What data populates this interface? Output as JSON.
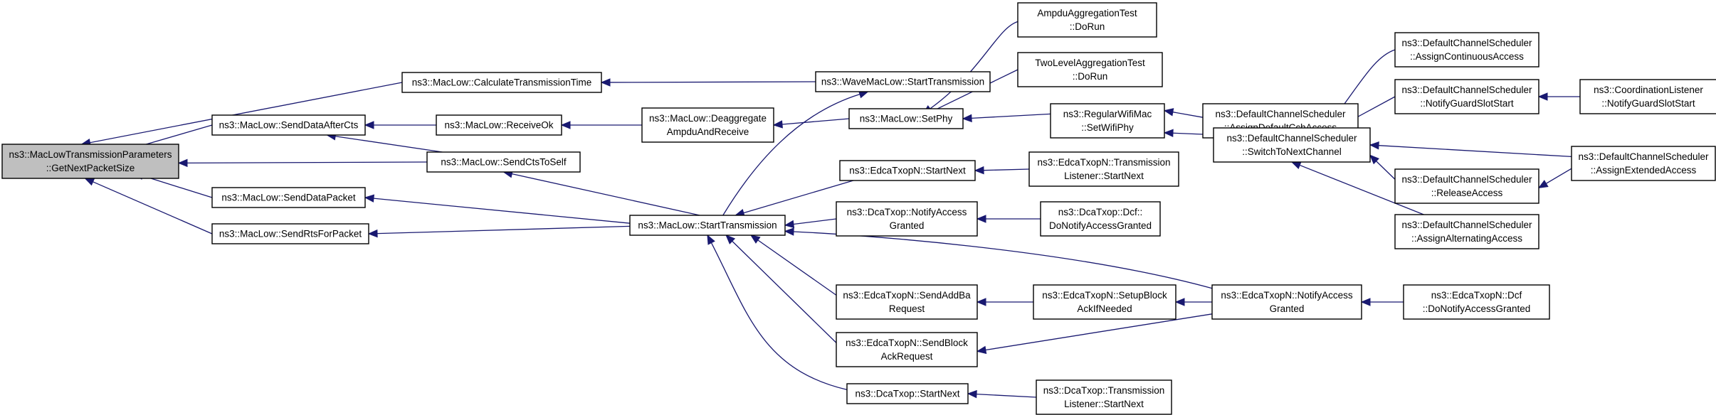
{
  "diagram": {
    "type": "call-graph",
    "colors": {
      "edge": "#191970",
      "root_fill": "#bfbfbf",
      "node_fill": "#ffffff",
      "node_stroke": "#000000"
    },
    "nodes": [
      {
        "id": "root",
        "lines": [
          "ns3::MacLowTransmissionParameters",
          "::GetNextPacketSize"
        ],
        "root": true
      },
      {
        "id": "calcTx",
        "lines": [
          "ns3::MacLow::CalculateTransmissionTime"
        ]
      },
      {
        "id": "sendDataAfterCts",
        "lines": [
          "ns3::MacLow::SendDataAfterCts"
        ]
      },
      {
        "id": "sendCtsToSelf",
        "lines": [
          "ns3::MacLow::SendCtsToSelf"
        ]
      },
      {
        "id": "sendDataPacket",
        "lines": [
          "ns3::MacLow::SendDataPacket"
        ]
      },
      {
        "id": "sendRts",
        "lines": [
          "ns3::MacLow::SendRtsForPacket"
        ]
      },
      {
        "id": "receiveOk",
        "lines": [
          "ns3::MacLow::ReceiveOk"
        ]
      },
      {
        "id": "deaggregate",
        "lines": [
          "ns3::MacLow::Deaggregate",
          "AmpduAndReceive"
        ]
      },
      {
        "id": "startTx",
        "lines": [
          "ns3::MacLow::StartTransmission"
        ]
      },
      {
        "id": "waveStartTx",
        "lines": [
          "ns3::WaveMacLow::StartTransmission"
        ]
      },
      {
        "id": "setPhy",
        "lines": [
          "ns3::MacLow::SetPhy"
        ]
      },
      {
        "id": "ampduTest",
        "lines": [
          "AmpduAggregationTest",
          "::DoRun"
        ]
      },
      {
        "id": "twoLevelTest",
        "lines": [
          "TwoLevelAggregationTest",
          "::DoRun"
        ]
      },
      {
        "id": "regularSetPhy",
        "lines": [
          "ns3::RegularWifiMac",
          "::SetWifiPhy"
        ]
      },
      {
        "id": "assignDefaultCch",
        "lines": [
          "ns3::DefaultChannelScheduler",
          "::AssignDefaultCchAccess"
        ]
      },
      {
        "id": "switchNext",
        "lines": [
          "ns3::DefaultChannelScheduler",
          "::SwitchToNextChannel"
        ]
      },
      {
        "id": "assignContinuous",
        "lines": [
          "ns3::DefaultChannelScheduler",
          "::AssignContinuousAccess"
        ]
      },
      {
        "id": "notifyGuard",
        "lines": [
          "ns3::DefaultChannelScheduler",
          "::NotifyGuardSlotStart"
        ]
      },
      {
        "id": "coordNotify",
        "lines": [
          "ns3::CoordinationListener",
          "::NotifyGuardSlotStart"
        ]
      },
      {
        "id": "assignExtended",
        "lines": [
          "ns3::DefaultChannelScheduler",
          "::AssignExtendedAccess"
        ]
      },
      {
        "id": "releaseAccess",
        "lines": [
          "ns3::DefaultChannelScheduler",
          "::ReleaseAccess"
        ]
      },
      {
        "id": "assignAlternating",
        "lines": [
          "ns3::DefaultChannelScheduler",
          "::AssignAlternatingAccess"
        ]
      },
      {
        "id": "edcaStartNext",
        "lines": [
          "ns3::EdcaTxopN::StartNext"
        ]
      },
      {
        "id": "edcaTxListener",
        "lines": [
          "ns3::EdcaTxopN::Transmission",
          "Listener::StartNext"
        ]
      },
      {
        "id": "dcaNotify",
        "lines": [
          "ns3::DcaTxop::NotifyAccess",
          "Granted"
        ]
      },
      {
        "id": "dcaDcfNotify",
        "lines": [
          "ns3::DcaTxop::Dcf::",
          "DoNotifyAccessGranted"
        ]
      },
      {
        "id": "edcaSendAddBa",
        "lines": [
          "ns3::EdcaTxopN::SendAddBa",
          "Request"
        ]
      },
      {
        "id": "edcaSetupBlock",
        "lines": [
          "ns3::EdcaTxopN::SetupBlock",
          "AckIfNeeded"
        ]
      },
      {
        "id": "edcaNotify",
        "lines": [
          "ns3::EdcaTxopN::NotifyAccess",
          "Granted"
        ]
      },
      {
        "id": "edcaDcfNotify",
        "lines": [
          "ns3::EdcaTxopN::Dcf",
          "::DoNotifyAccessGranted"
        ]
      },
      {
        "id": "edcaSendBlockAck",
        "lines": [
          "ns3::EdcaTxopN::SendBlock",
          "AckRequest"
        ]
      },
      {
        "id": "dcaStartNext",
        "lines": [
          "ns3::DcaTxop::StartNext"
        ]
      },
      {
        "id": "dcaTxListener",
        "lines": [
          "ns3::DcaTxop::Transmission",
          "Listener::StartNext"
        ]
      }
    ],
    "edges": [
      {
        "from": "calcTx",
        "to": "root"
      },
      {
        "from": "sendDataAfterCts",
        "to": "root"
      },
      {
        "from": "sendCtsToSelf",
        "to": "root"
      },
      {
        "from": "sendDataPacket",
        "to": "root"
      },
      {
        "from": "sendRts",
        "to": "root"
      },
      {
        "from": "waveStartTx",
        "to": "calcTx"
      },
      {
        "from": "receiveOk",
        "to": "sendDataAfterCts"
      },
      {
        "from": "sendCtsToSelf",
        "to": "sendDataAfterCts"
      },
      {
        "from": "deaggregate",
        "to": "receiveOk"
      },
      {
        "from": "setPhy",
        "to": "deaggregate"
      },
      {
        "from": "startTx",
        "to": "sendCtsToSelf"
      },
      {
        "from": "startTx",
        "to": "sendDataPacket"
      },
      {
        "from": "startTx",
        "to": "sendRts"
      },
      {
        "from": "startTx",
        "to": "waveStartTx"
      },
      {
        "from": "ampduTest",
        "to": "setPhy"
      },
      {
        "from": "twoLevelTest",
        "to": "setPhy"
      },
      {
        "from": "regularSetPhy",
        "to": "setPhy"
      },
      {
        "from": "assignDefaultCch",
        "to": "regularSetPhy"
      },
      {
        "from": "switchNext",
        "to": "regularSetPhy"
      },
      {
        "from": "assignContinuous",
        "to": "switchNext"
      },
      {
        "from": "notifyGuard",
        "to": "switchNext"
      },
      {
        "from": "assignExtended",
        "to": "switchNext"
      },
      {
        "from": "releaseAccess",
        "to": "switchNext"
      },
      {
        "from": "assignAlternating",
        "to": "switchNext"
      },
      {
        "from": "coordNotify",
        "to": "notifyGuard"
      },
      {
        "from": "assignExtended",
        "to": "releaseAccess"
      },
      {
        "from": "edcaStartNext",
        "to": "startTx"
      },
      {
        "from": "dcaNotify",
        "to": "startTx"
      },
      {
        "from": "edcaSendAddBa",
        "to": "startTx"
      },
      {
        "from": "edcaSendBlockAck",
        "to": "startTx"
      },
      {
        "from": "dcaStartNext",
        "to": "startTx"
      },
      {
        "from": "edcaNotify",
        "to": "startTx"
      },
      {
        "from": "edcaTxListener",
        "to": "edcaStartNext"
      },
      {
        "from": "dcaDcfNotify",
        "to": "dcaNotify"
      },
      {
        "from": "edcaSetupBlock",
        "to": "edcaSendAddBa"
      },
      {
        "from": "edcaNotify",
        "to": "edcaSetupBlock"
      },
      {
        "from": "edcaNotify",
        "to": "edcaSendBlockAck"
      },
      {
        "from": "edcaDcfNotify",
        "to": "edcaNotify"
      },
      {
        "from": "dcaTxListener",
        "to": "dcaStartNext"
      }
    ]
  }
}
